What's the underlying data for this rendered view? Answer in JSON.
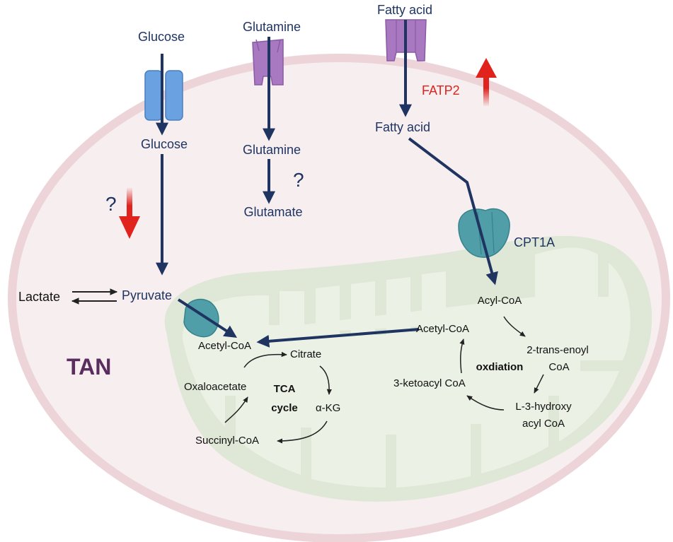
{
  "labels": {
    "glucose_out": "Glucose",
    "glucose_in": "Glucose",
    "glutamine_out": "Glutamine",
    "glutamine_in": "Glutamine",
    "glutamate": "Glutamate",
    "fatty_acid_out": "Fatty acid",
    "fatty_acid_in": "Fatty acid",
    "fatp2": "FATP2",
    "cpt1a": "CPT1A",
    "lactate": "Lactate",
    "pyruvate": "Pyruvate",
    "tan": "TAN",
    "question_glucose": "?",
    "question_glutamine": "?"
  },
  "tca": {
    "acetyl_coa": "Acetyl-CoA",
    "citrate": "Citrate",
    "alpha_kg": "α-KG",
    "succinyl_coa": "Succinyl-CoA",
    "oxaloacetate": "Oxaloacetate",
    "cycle_line1": "TCA",
    "cycle_line2": "cycle"
  },
  "beta_ox": {
    "acyl_coa": "Acyl-CoA",
    "acetyl_coa": "Acetyl-CoA",
    "trans_enoyl_line1": "2-trans-enoyl",
    "trans_enoyl_line2": "CoA",
    "hydroxy_line1": "L-3-hydroxy",
    "hydroxy_line2": "acyl CoA",
    "ketoacyl": "3-ketoacyl CoA",
    "center": "oxdiation"
  },
  "colors": {
    "cell_fill": "#f7eef0",
    "cell_stroke": "#ecd4d9",
    "mito_fill": "#dfe8d6",
    "mito_inner": "#eef2e9",
    "navy": "#1f3461",
    "red": "#e0231c",
    "glucose_transporter": "#6aa1e0",
    "glutamine_transporter": "#a879c1",
    "cpt1a_protein": "#4f9ea8",
    "tan": "#5a2d5f"
  }
}
